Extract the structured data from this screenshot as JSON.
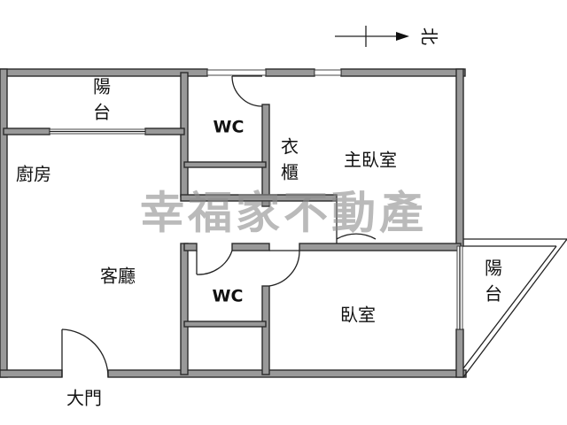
{
  "compass": {
    "label": "北"
  },
  "rooms": {
    "balcony_top": {
      "line1": "陽",
      "line2": "台"
    },
    "kitchen": "廚房",
    "wc_upper": "WC",
    "closet": {
      "line1": "衣",
      "line2": "櫃"
    },
    "master_bedroom": "主臥室",
    "living_room": "客廳",
    "wc_lower": "WC",
    "bedroom": "臥室",
    "balcony_right": {
      "line1": "陽",
      "line2": "台"
    }
  },
  "entrance": "大門",
  "watermark": "幸福家不動產",
  "colors": {
    "wall": "#999999",
    "outline": "#2b2b2b",
    "watermark": "#8c8c8c"
  }
}
